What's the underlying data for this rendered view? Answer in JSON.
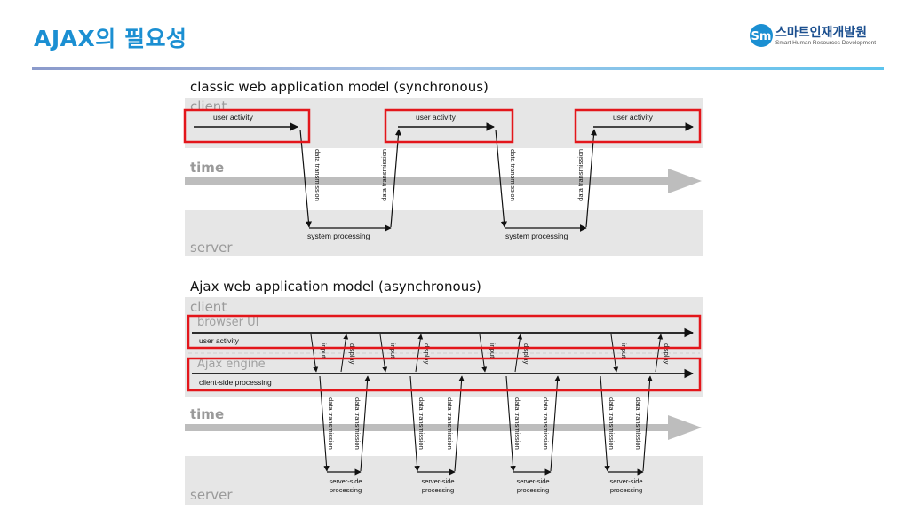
{
  "slide": {
    "title": "AJAX의 필요성",
    "brand_name": "스마트인재개발원",
    "brand_sub": "Smart Human Resources Development",
    "brand_logo": "sm-logo-icon",
    "accent": "#1b8fd2",
    "highlight": "#e3161b"
  },
  "classic": {
    "heading": "classic web application model (synchronous)",
    "client": "client",
    "time": "time",
    "server": "server",
    "user_activity": "user activity",
    "data_transmission": "data transmission",
    "system_processing": "system processing"
  },
  "ajax": {
    "heading": "Ajax web application model (asynchronous)",
    "client": "client",
    "browser_ui": "browser UI",
    "user_activity": "user activity",
    "ajax_engine": "Ajax engine",
    "client_side_processing": "client-side processing",
    "input": "input",
    "display": "display",
    "time": "time",
    "data_transmission": "data transmission",
    "server_side": "server-side",
    "processing": "processing",
    "server": "server"
  }
}
